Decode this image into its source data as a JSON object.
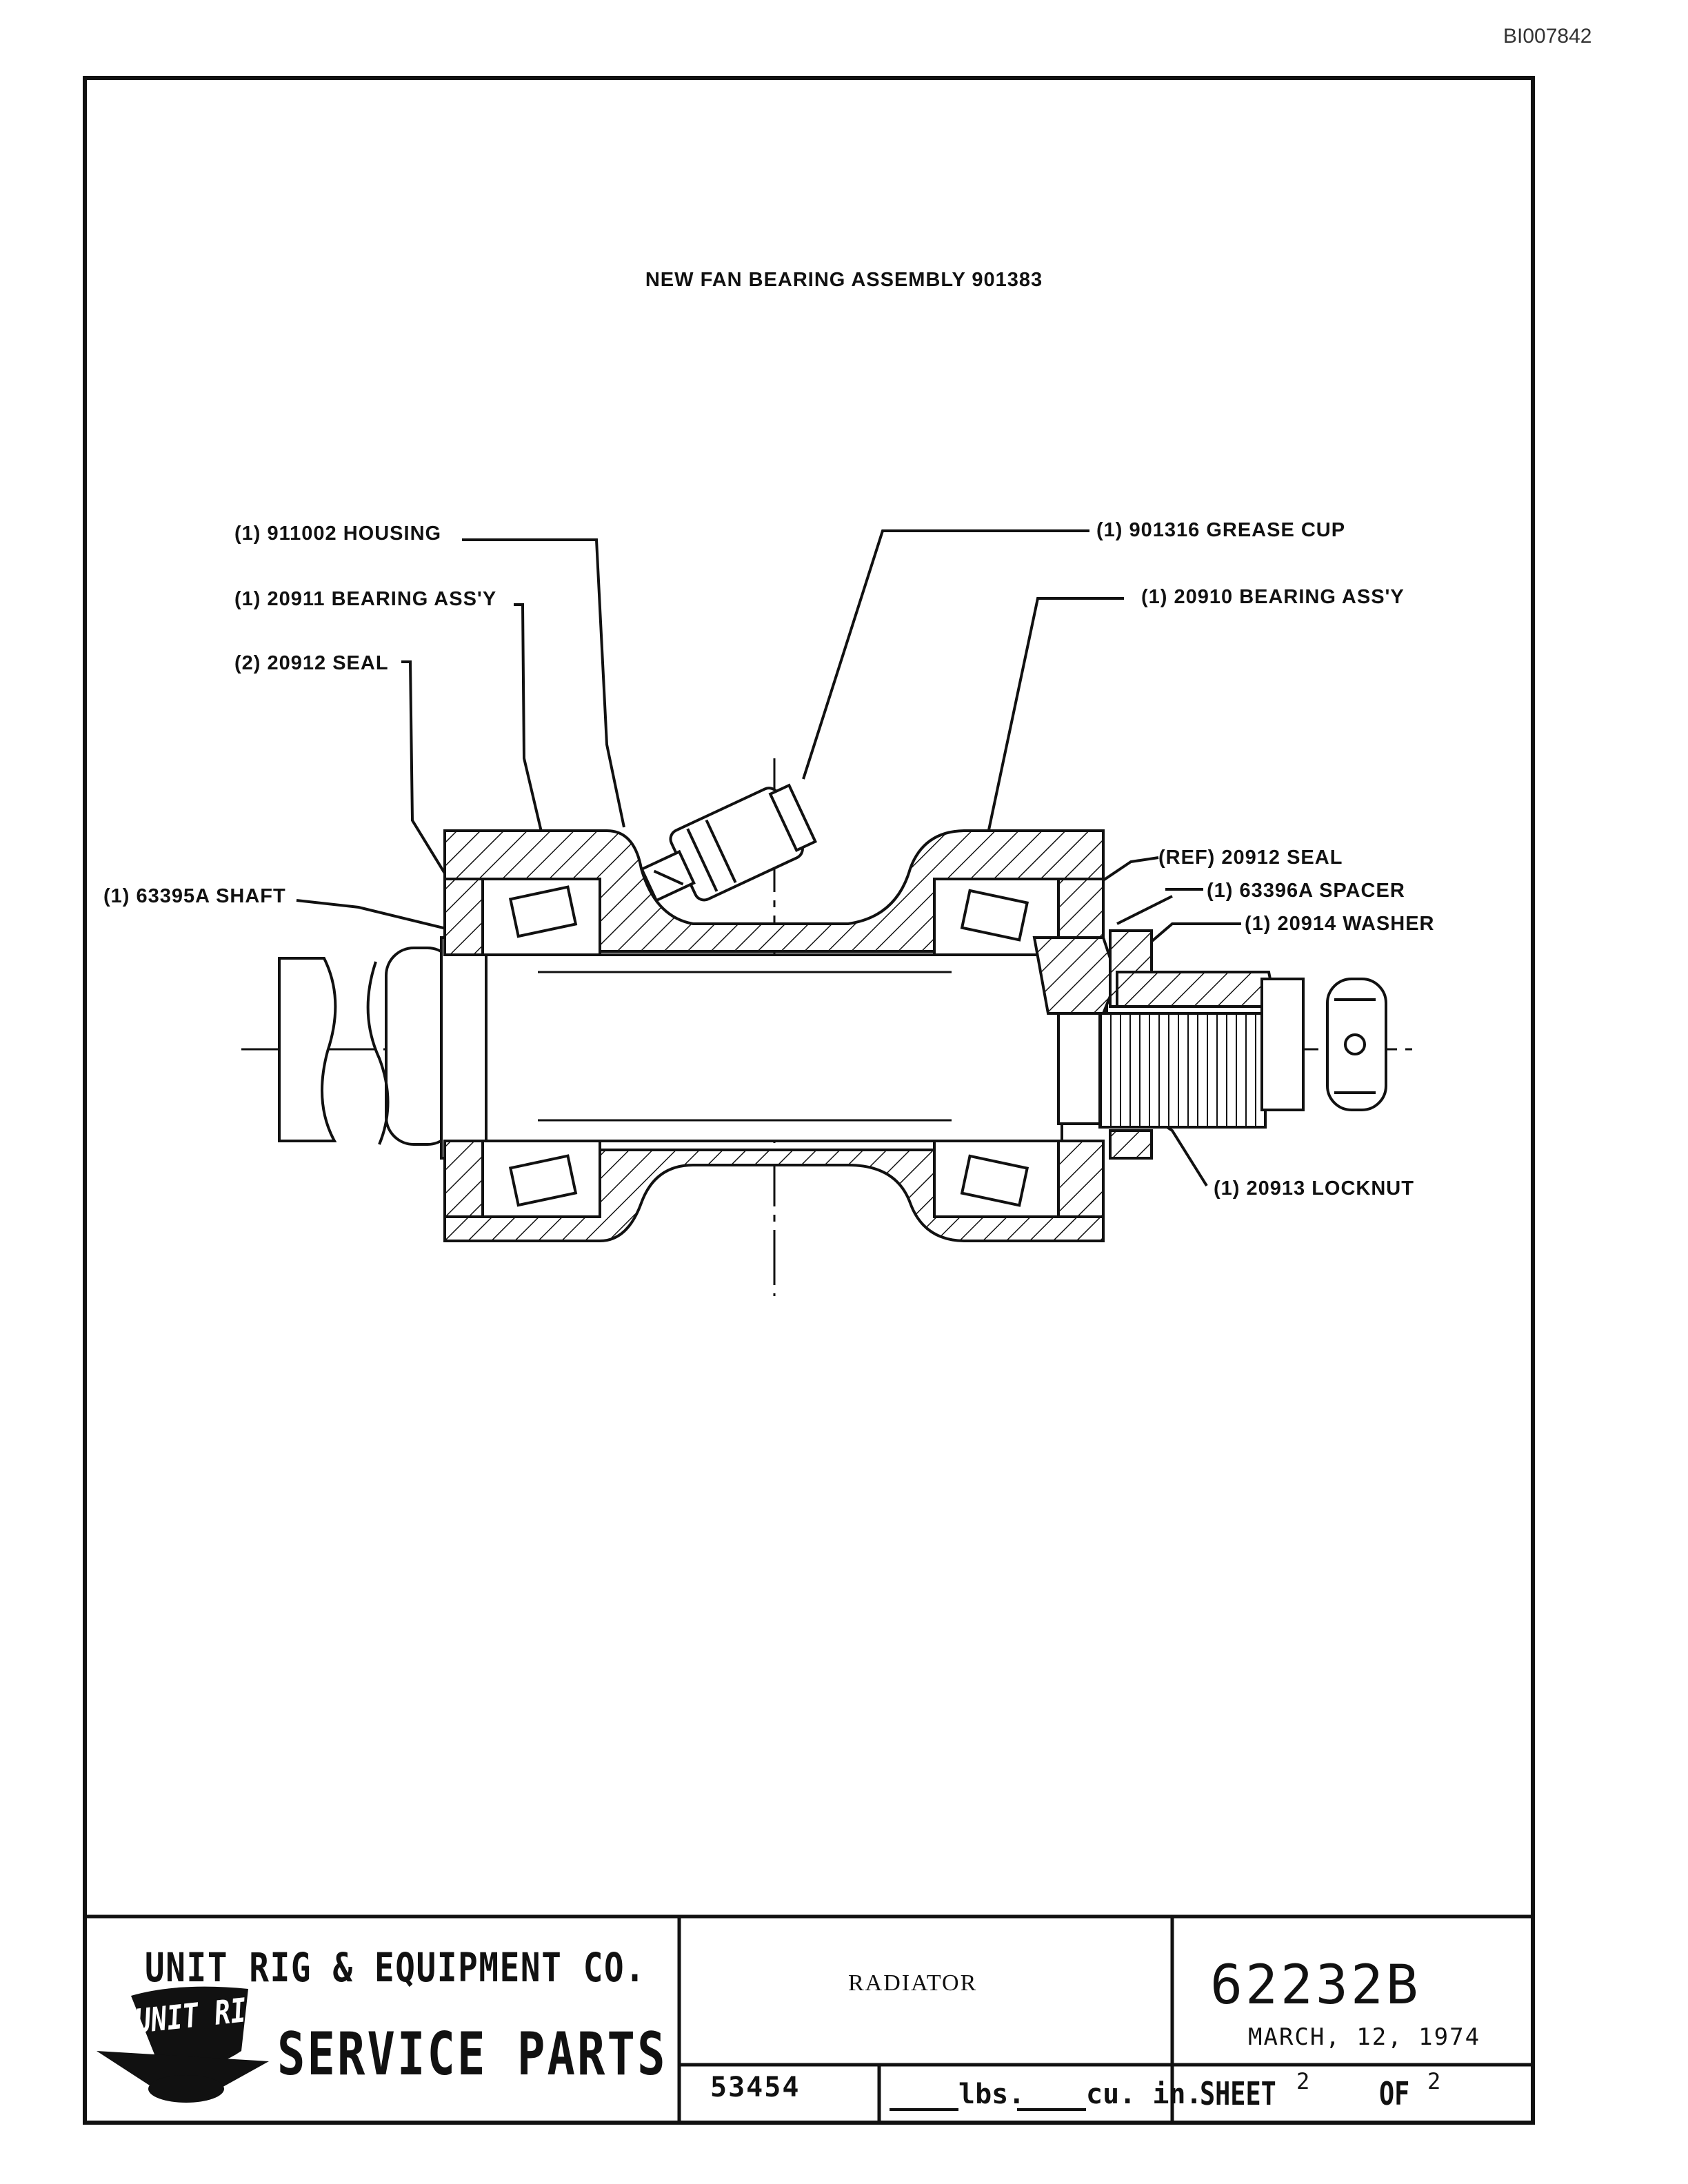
{
  "header": {
    "doc_id": "BI007842"
  },
  "drawing": {
    "title": "NEW FAN BEARING ASSEMBLY 901383",
    "callouts": {
      "housing": "(1) 911002 HOUSING",
      "bearing_left": "(1) 20911 BEARING ASS'Y",
      "seal": "(2) 20912 SEAL",
      "shaft": "(1) 63395A SHAFT",
      "grease_cup": "(1) 901316 GREASE CUP",
      "bearing_right": "(1) 20910 BEARING ASS'Y",
      "ref_seal": "(REF) 20912 SEAL",
      "spacer": "(1) 63396A SPACER",
      "washer": "(1) 20914 WASHER",
      "locknut": "(1) 20913 LOCKNUT"
    }
  },
  "title_block": {
    "company": "UNIT RIG & EQUIPMENT CO.",
    "logo_text": "UNIT RIG",
    "service": "SERVICE PARTS",
    "section": "RADIATOR",
    "doc_number": "62232B",
    "date": "MARCH, 12, 1974",
    "code": "53454",
    "lbs_label": "lbs.",
    "cuin_label": "cu. in.",
    "sheet_label": "SHEET",
    "sheet_num": "2",
    "of_label": "OF",
    "of_num": "2"
  },
  "colors": {
    "ink": "#111111",
    "paper": "#ffffff"
  }
}
